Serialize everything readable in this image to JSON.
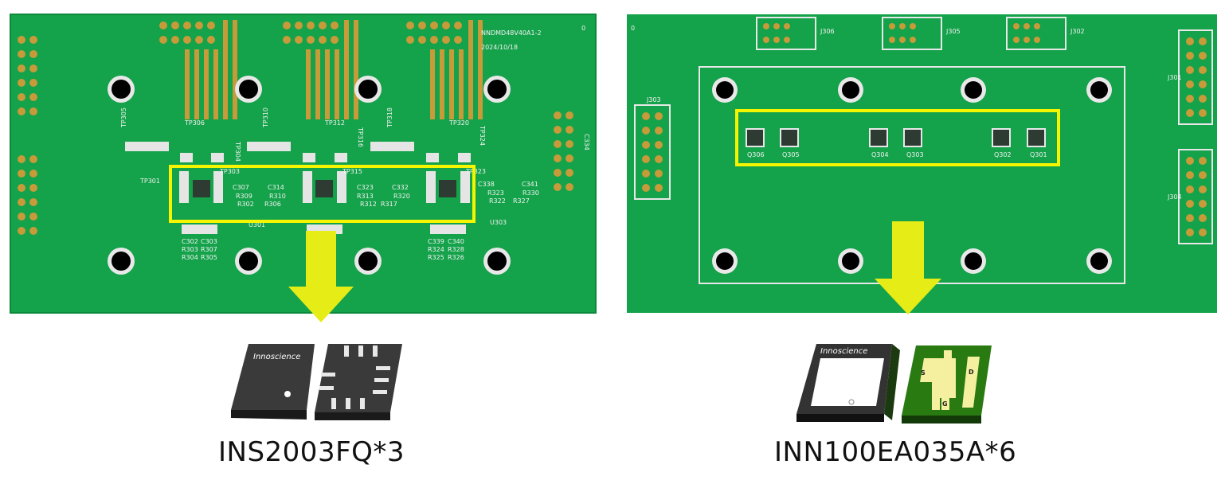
{
  "left_board": {
    "board_id": "NNDMD48V40A1-2",
    "date": "2024/10/18",
    "corner_mark": "0",
    "test_points": [
      "TP305",
      "TP306",
      "TP304",
      "TP310",
      "TP312",
      "TP316",
      "TP318",
      "TP320",
      "TP324",
      "TP301",
      "TP303",
      "TP315",
      "TP323"
    ],
    "refs": [
      "C307",
      "C314",
      "C323",
      "C332",
      "C338",
      "C341",
      "R309",
      "R310",
      "R313",
      "R320",
      "R323",
      "R330",
      "R302",
      "R306",
      "R312",
      "R317",
      "R322",
      "R327",
      "U301",
      "U303",
      "C302",
      "C303",
      "R303",
      "R307",
      "R304",
      "R305",
      "C339",
      "C340",
      "R324",
      "R328",
      "R325",
      "R326",
      "C334"
    ],
    "chip_count": 3
  },
  "right_board": {
    "corner_mark": "0",
    "connectors": [
      "J306",
      "J305",
      "J302",
      "J301",
      "J303",
      "J304"
    ],
    "transistors": [
      "Q306",
      "Q305",
      "Q304",
      "Q303",
      "Q302",
      "Q301"
    ]
  },
  "left_product": {
    "brand": "Innoscience",
    "caption": "INS2003FQ*3"
  },
  "right_product": {
    "brand": "Innoscience",
    "pin_labels": [
      "S",
      "D",
      "G"
    ],
    "caption": "INN100EA035A*6"
  },
  "colors": {
    "pcb_green": "#16a34a",
    "highlight_yellow": "#f5f500",
    "arrow_yellow": "#e6ec16"
  }
}
